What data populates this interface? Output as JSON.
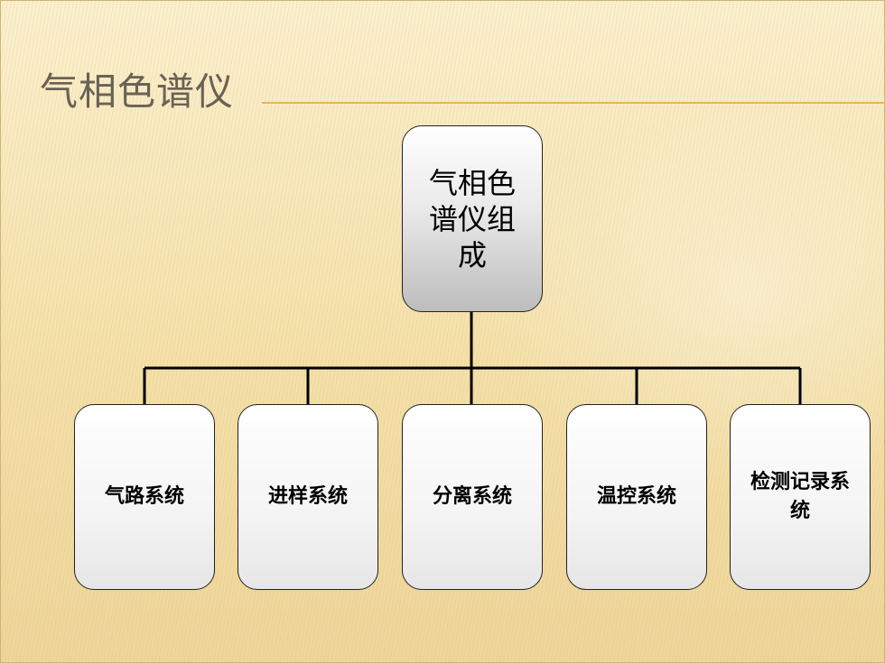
{
  "slide": {
    "title": "气相色谱仪"
  },
  "diagram": {
    "root": {
      "label": "气相色谱仪组成"
    },
    "children": [
      {
        "label": "气路系统"
      },
      {
        "label": "进样系统"
      },
      {
        "label": "分离系统"
      },
      {
        "label": "温控系统"
      },
      {
        "label": "检测记录系统"
      }
    ]
  },
  "colors": {
    "title_text": "#6a6255",
    "title_rule": "#e8b25a",
    "connector": "#000000"
  }
}
